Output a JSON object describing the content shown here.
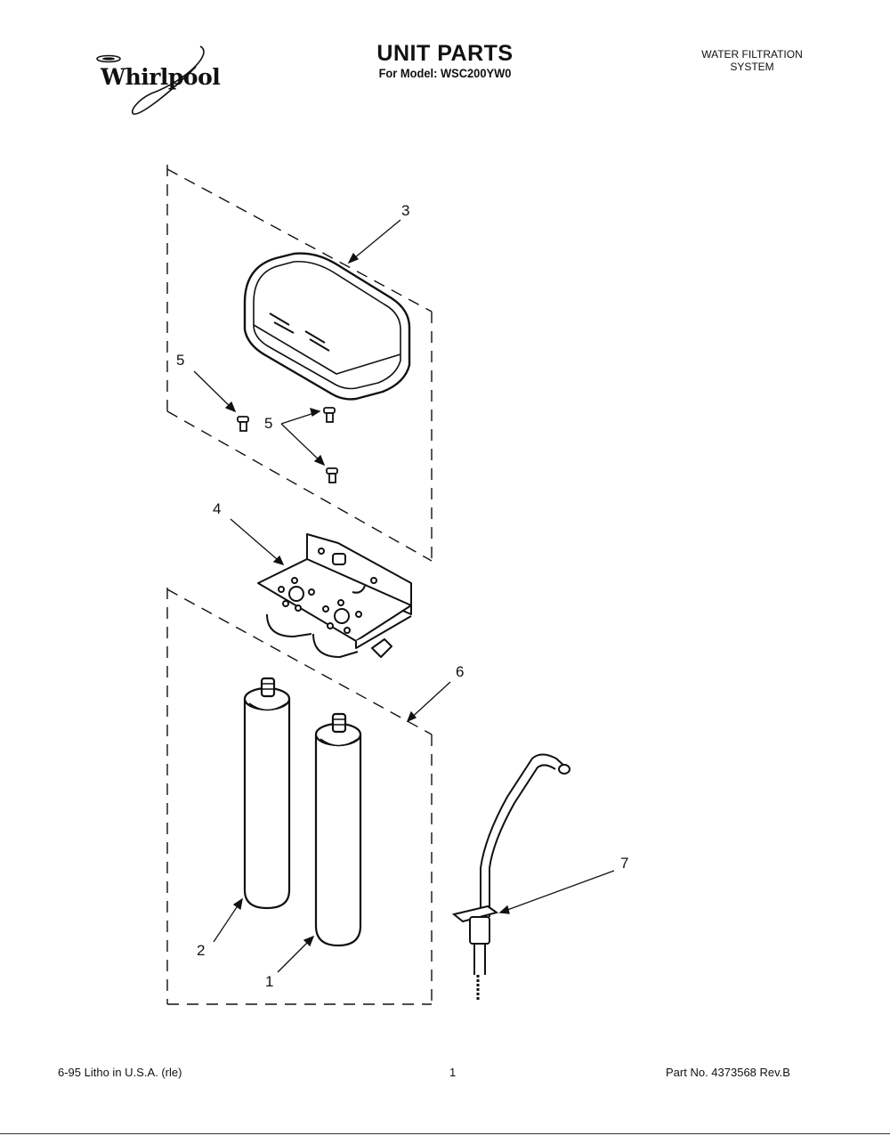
{
  "header": {
    "brand": "Whirlpool",
    "title": "UNIT PARTS",
    "subtitle": "For Model: WSC200YW0",
    "system_line1": "WATER FILTRATION",
    "system_line2": "SYSTEM"
  },
  "callouts": {
    "c1": "1",
    "c2": "2",
    "c3": "3",
    "c4": "4",
    "c5a": "5",
    "c5b": "5",
    "c6": "6",
    "c7": "7"
  },
  "footer": {
    "left": "6-95  Litho in U.S.A. (rle)",
    "center": "1",
    "right": "Part No. 4373568 Rev.B"
  }
}
